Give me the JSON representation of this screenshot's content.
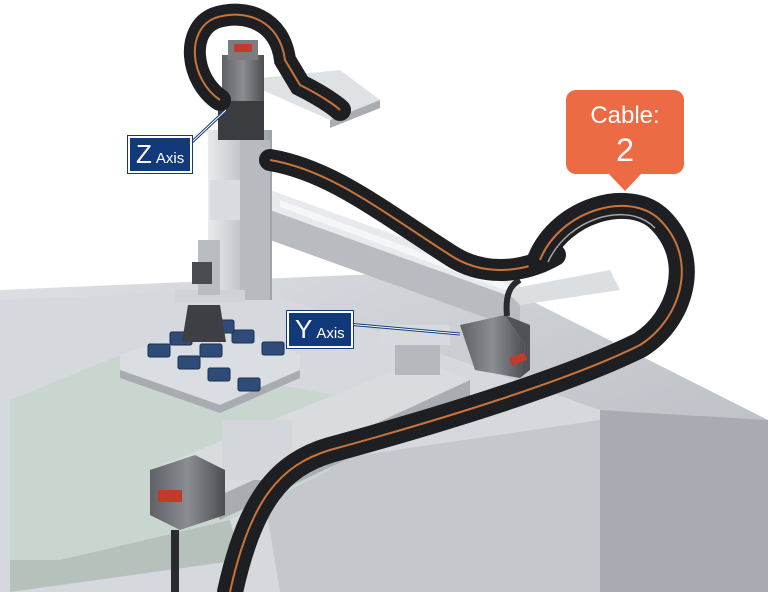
{
  "callouts": {
    "z_axis": {
      "letter": "Z",
      "word": "Axis"
    },
    "y_axis": {
      "letter": "Y",
      "word": "Axis"
    },
    "cable": {
      "title": "Cable:",
      "count": "2"
    }
  },
  "colors": {
    "axis_label_bg": "#123a7a",
    "cable_callout_bg": "#ec6b45",
    "cable_chain": "#1e1f23",
    "cable_stripe": "#c8743a",
    "motor_label": "#c23a2a",
    "aluminum": "#c9ccd1",
    "keypad": "#2f4c78"
  }
}
